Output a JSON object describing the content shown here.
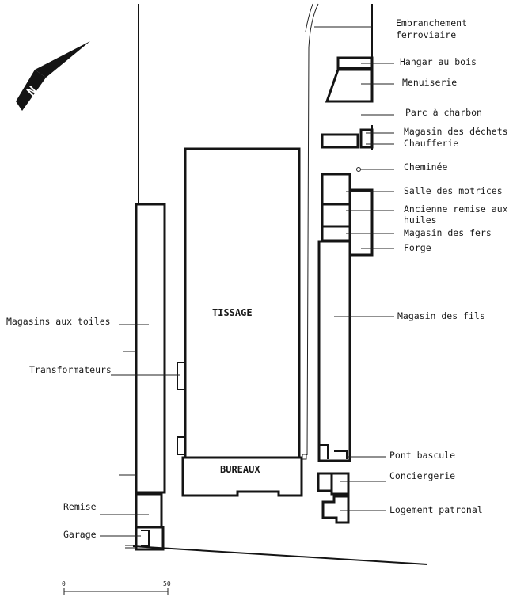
{
  "north_arrow": {
    "letter": "N"
  },
  "buildings": {
    "tissage": "TISSAGE",
    "bureaux": "BUREAUX"
  },
  "labels": {
    "embranchement_1": "Embranchement",
    "embranchement_2": "ferroviaire",
    "hangar": "Hangar au bois",
    "menuiserie": "Menuiserie",
    "parc": "Parc à charbon",
    "dechets": "Magasin des déchets",
    "chaufferie": "Chaufferie",
    "cheminee": "Cheminée",
    "motrices": "Salle des motrices",
    "remise_huiles_1": "Ancienne remise aux",
    "remise_huiles_2": "huiles",
    "fers": "Magasin des fers",
    "forge": "Forge",
    "fils": "Magasin des fils",
    "toiles": "Magasins aux toiles",
    "transformateurs": "Transformateurs",
    "pont": "Pont bascule",
    "conciergerie": "Conciergerie",
    "logement": "Logement patronal",
    "remise": "Remise",
    "garage": "Garage"
  },
  "scale": {
    "start": "0",
    "end": "50"
  }
}
